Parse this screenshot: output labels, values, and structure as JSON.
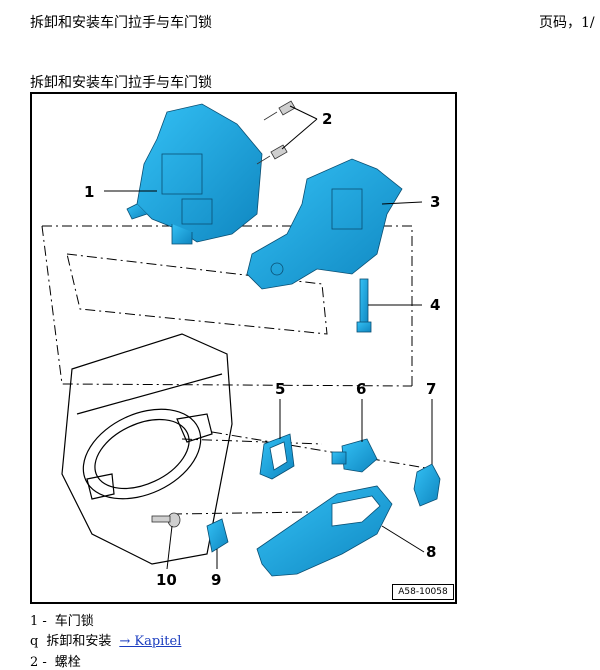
{
  "header": {
    "title": "拆卸和安装车门拉手与车门锁",
    "page_label": "页码，1/"
  },
  "section": {
    "title": "拆卸和安装车门拉手与车门锁"
  },
  "figure": {
    "part_number": "A58-10058",
    "callouts": [
      "1",
      "2",
      "3",
      "4",
      "5",
      "6",
      "7",
      "8",
      "9",
      "10"
    ]
  },
  "legend": {
    "item1_num": "1 -",
    "item1_text": "车门锁",
    "bullet": "q",
    "bullet_text": "拆卸和安装",
    "link_text": "→ Kapitel",
    "item2_num": "2 -",
    "item2_text": "螺栓"
  },
  "colors": {
    "part_fill": "#1aa7e0",
    "part_stroke": "#0a4f73"
  }
}
